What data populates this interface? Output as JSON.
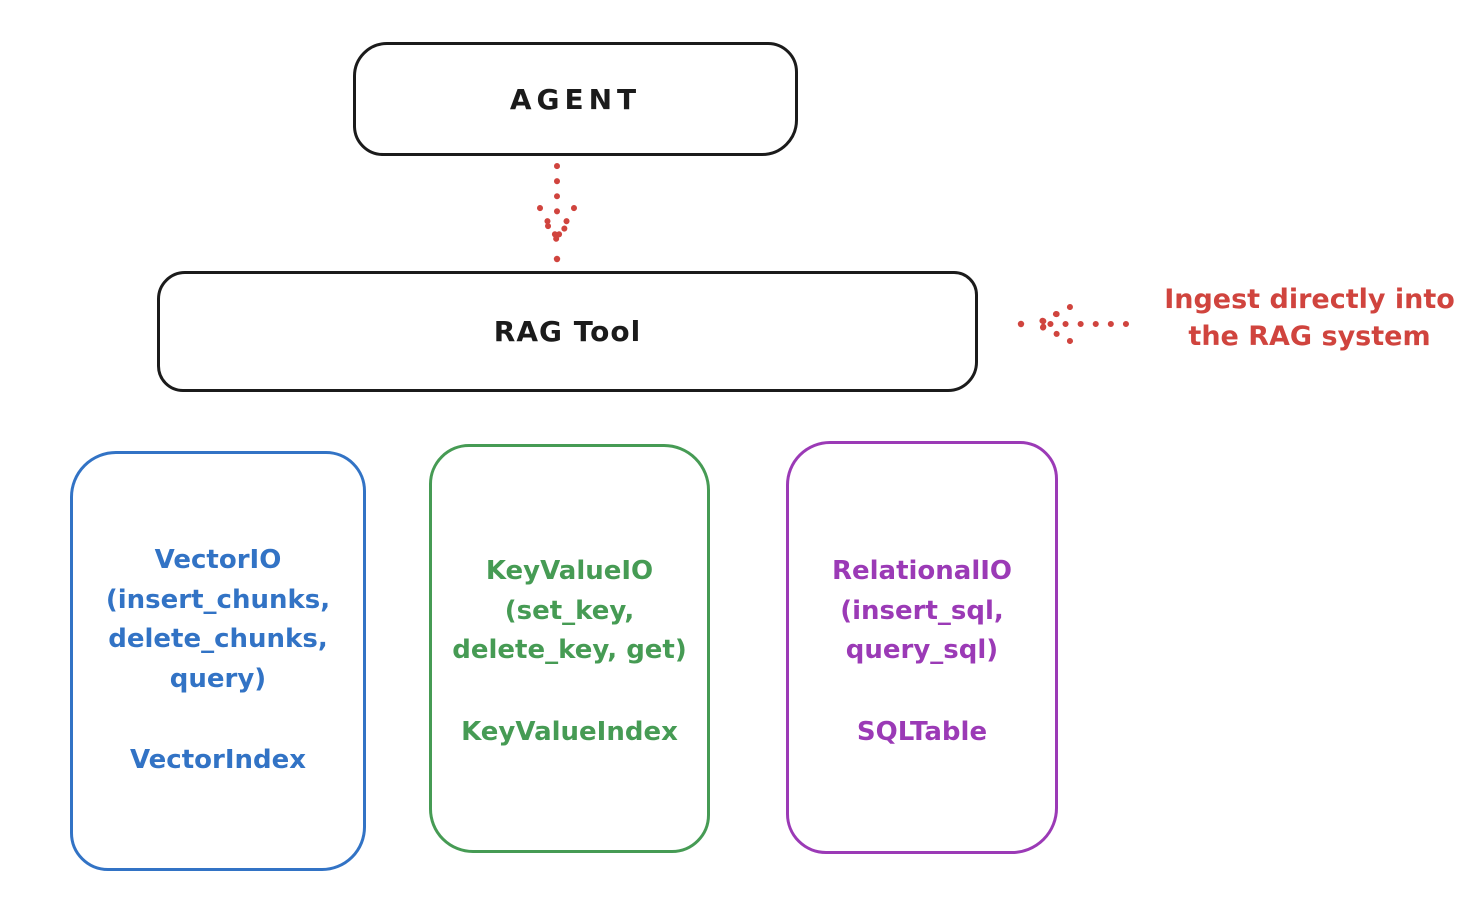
{
  "colors": {
    "ink": "#1b1b1b",
    "red": "#d0443e",
    "blue": "#3273c5",
    "green": "#469b54",
    "purple": "#9b3ab6",
    "background": "#ffffff"
  },
  "nodes": {
    "agent": {
      "label": "AGENT"
    },
    "rag_tool": {
      "label": "RAG Tool"
    }
  },
  "annotation": {
    "text": "Ingest directly into\nthe RAG system",
    "color": "#d0443e"
  },
  "arrows": {
    "agent_to_rag": {
      "icon": "dotted-down-arrow",
      "color": "#d0443e"
    },
    "annotation_to_rag": {
      "icon": "dotted-left-arrow",
      "color": "#d0443e"
    }
  },
  "io_boxes": [
    {
      "id": "vector-io",
      "interface_text": "VectorIO\n(insert_chunks,\ndelete_chunks,\nquery)",
      "index_text": "VectorIndex",
      "color": "#3273c5"
    },
    {
      "id": "keyvalue-io",
      "interface_text": "KeyValueIO\n(set_key,\ndelete_key, get)",
      "index_text": "KeyValueIndex",
      "color": "#469b54"
    },
    {
      "id": "relational-io",
      "interface_text": "RelationalIO\n(insert_sql,\nquery_sql)",
      "index_text": "SQLTable",
      "color": "#9b3ab6"
    }
  ]
}
